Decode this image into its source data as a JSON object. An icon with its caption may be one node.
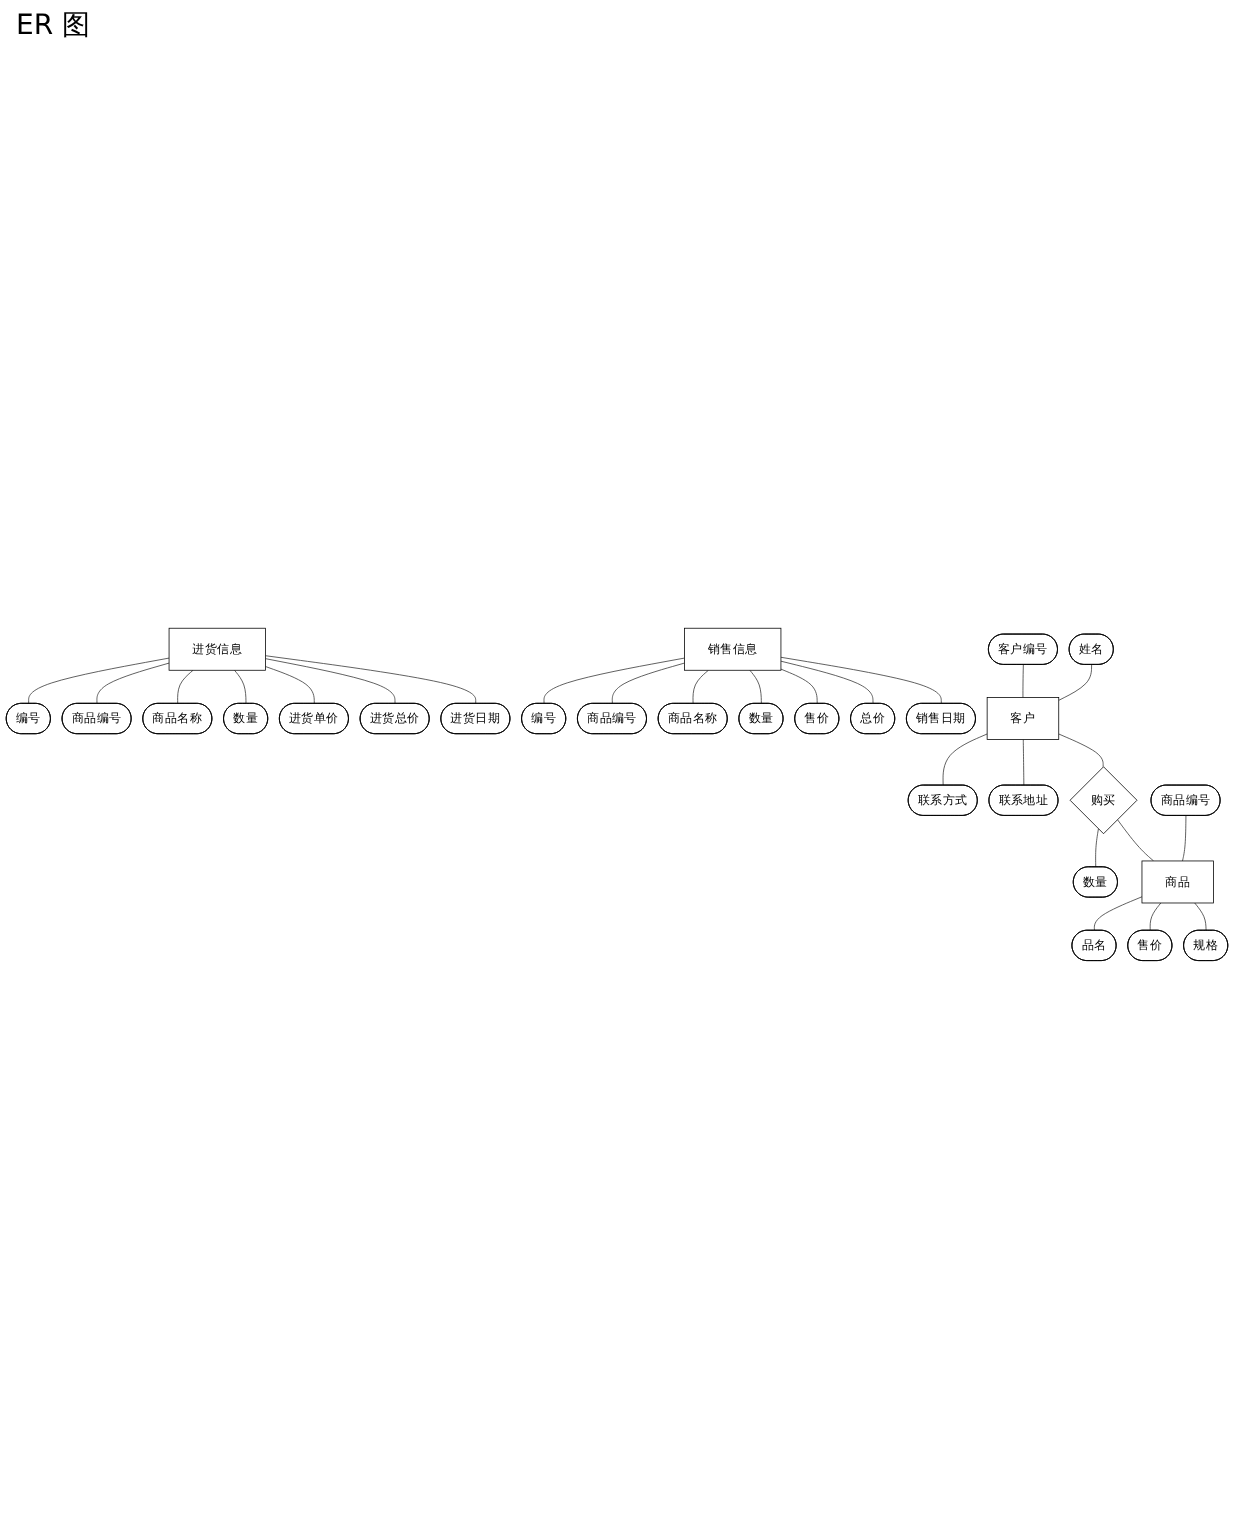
{
  "diagram": {
    "nodes": [
      {
        "text": [
          "进货信息"
        ]
      },
      {
        "text": [
          "编号"
        ]
      },
      {
        "text": [
          "商品编号"
        ]
      },
      {
        "text": [
          "商品名称"
        ]
      },
      {
        "text": [
          "数量"
        ]
      },
      {
        "text": [
          "进货单价"
        ]
      },
      {
        "text": [
          "进货总价"
        ]
      },
      {
        "text": [
          "进货日期"
        ]
      },
      {
        "text": [
          "销售信息"
        ]
      },
      {
        "text": [
          "编号"
        ]
      },
      {
        "text": [
          "商品编号"
        ]
      },
      {
        "text": [
          "商品名称"
        ]
      },
      {
        "text": [
          "数量"
        ]
      },
      {
        "text": [
          "售价"
        ]
      },
      {
        "text": [
          "总价"
        ]
      },
      {
        "text": [
          "销售日期"
        ]
      },
      {
        "text": [
          "客户编号"
        ]
      },
      {
        "text": [
          "姓名"
        ]
      },
      {
        "text": [
          "客户"
        ]
      },
      {
        "text": [
          "联系方式"
        ]
      },
      {
        "text": [
          "联系地址"
        ]
      },
      {
        "text": [
          "购买"
        ]
      },
      {
        "text": [
          "数量"
        ]
      },
      {
        "text": [
          "商品编号"
        ]
      },
      {
        "text": [
          "商品"
        ]
      },
      {
        "text": [
          "品名"
        ]
      },
      {
        "text": [
          "售价"
        ]
      },
      {
        "text": [
          "规格"
        ]
      }
    ],
    "edges": [
      {
        "from": 0,
        "to": 1,
        "arrow": "none"
      },
      {
        "from": 0,
        "to": 2,
        "arrow": "none"
      },
      {
        "from": 0,
        "to": 3,
        "arrow": "none"
      },
      {
        "from": 0,
        "to": 4,
        "arrow": "none"
      },
      {
        "from": 0,
        "to": 5,
        "arrow": "none"
      },
      {
        "from": 0,
        "to": 6,
        "arrow": "none"
      },
      {
        "from": 0,
        "to": 7,
        "arrow": "none"
      },
      {
        "from": 8,
        "to": 9,
        "arrow": "none"
      },
      {
        "from": 8,
        "to": 10,
        "arrow": "none"
      },
      {
        "from": 8,
        "to": 11,
        "arrow": "none"
      },
      {
        "from": 8,
        "to": 12,
        "arrow": "none"
      },
      {
        "from": 8,
        "to": 13,
        "arrow": "none"
      },
      {
        "from": 8,
        "to": 14,
        "arrow": "none"
      },
      {
        "from": 8,
        "to": 15,
        "arrow": "none"
      },
      {
        "from": 16,
        "to": 18,
        "arrow": "none"
      },
      {
        "from": 17,
        "to": 18,
        "arrow": "none"
      },
      {
        "from": 18,
        "to": 19,
        "arrow": "none"
      },
      {
        "from": 18,
        "to": 20,
        "arrow": "none"
      },
      {
        "from": 18,
        "to": 21,
        "arrow": "none"
      },
      {
        "from": 21,
        "to": 24,
        "arrow": "none"
      },
      {
        "from": 21,
        "to": 22,
        "arrow": "none"
      },
      {
        "from": 23,
        "to": 24,
        "arrow": "none"
      },
      {
        "from": 24,
        "to": 25,
        "arrow": "none"
      },
      {
        "from": 24,
        "to": 26,
        "arrow": "none"
      },
      {
        "from": 24,
        "to": 27,
        "arrow": "none"
      }
    ],
    "labels": [
      "ER 图"
    ]
  }
}
